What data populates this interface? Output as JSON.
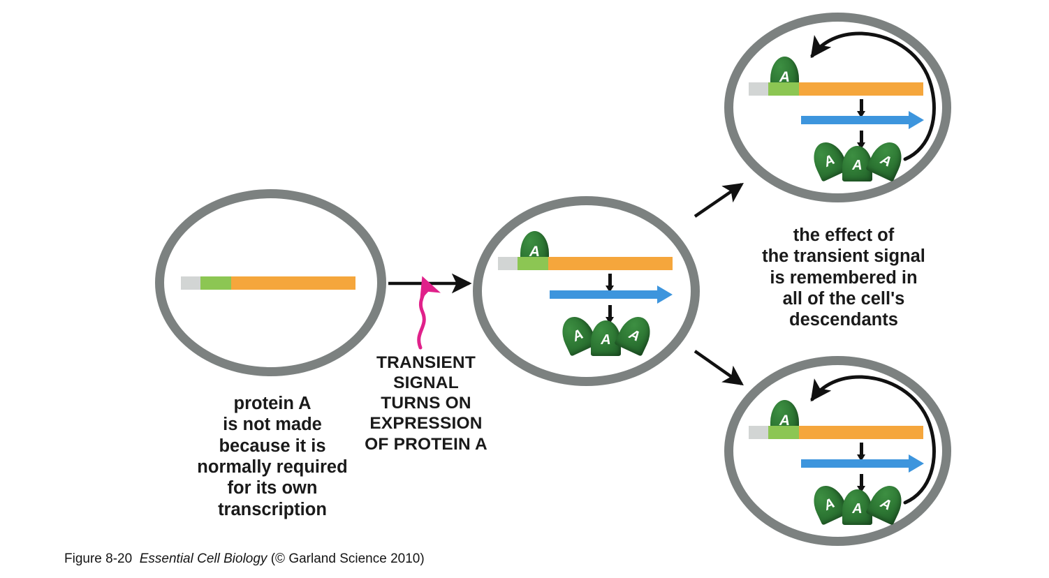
{
  "figure": {
    "caption_prefix": "Figure 8-20",
    "caption_source": "Essential Cell Biology",
    "caption_credit": "(© Garland Science 2010)"
  },
  "colors": {
    "membrane": "#7c8180",
    "dna_noncoding": "#d2d5d4",
    "dna_promoter": "#8cc653",
    "dna_gene": "#f5a63c",
    "protein": "#2f7a35",
    "transcript_arrow": "#3d95dd",
    "signal_arrow": "#e0218a",
    "process_arrow": "#111111",
    "text": "#1a1a1a"
  },
  "captions": {
    "left": [
      "protein A",
      "is not made",
      "because it is",
      "normally required",
      "for its own",
      "transcription"
    ],
    "signal": [
      "TRANSIENT",
      "SIGNAL",
      "TURNS ON",
      "EXPRESSION",
      "OF PROTEIN A"
    ],
    "right": [
      "the effect of",
      "the transient signal",
      "is remembered in",
      "all of the cell's",
      "descendants"
    ]
  },
  "cells": {
    "off": {
      "label": "off-state-cell",
      "protein_label": "",
      "dna_segments": [
        "noncoding",
        "promoter",
        "gene"
      ],
      "has_bound_protein": false,
      "has_transcript": false,
      "free_proteins": [],
      "has_feedback_loop": false
    },
    "induced": {
      "label": "induced-cell",
      "bound_protein_label": "A",
      "dna_segments": [
        "noncoding",
        "promoter",
        "gene"
      ],
      "has_bound_protein": true,
      "has_transcript": true,
      "free_proteins": [
        "A",
        "A",
        "A"
      ],
      "has_feedback_loop": false
    },
    "daughter_top": {
      "label": "daughter-cell-top",
      "bound_protein_label": "A",
      "dna_segments": [
        "noncoding",
        "promoter",
        "gene"
      ],
      "has_bound_protein": true,
      "has_transcript": true,
      "free_proteins": [
        "A",
        "A",
        "A"
      ],
      "has_feedback_loop": true
    },
    "daughter_bottom": {
      "label": "daughter-cell-bottom",
      "bound_protein_label": "A",
      "dna_segments": [
        "noncoding",
        "promoter",
        "gene"
      ],
      "has_bound_protein": true,
      "has_transcript": true,
      "free_proteins": [
        "A",
        "A",
        "A"
      ],
      "has_feedback_loop": true
    }
  },
  "arrows": {
    "transition": "horizontal-black-arrow",
    "signal": "pink-wavy-arrow",
    "branch_up": "diagonal-black-arrow-up",
    "branch_down": "diagonal-black-arrow-down",
    "feedback": "curved-positive-feedback-arrow"
  }
}
